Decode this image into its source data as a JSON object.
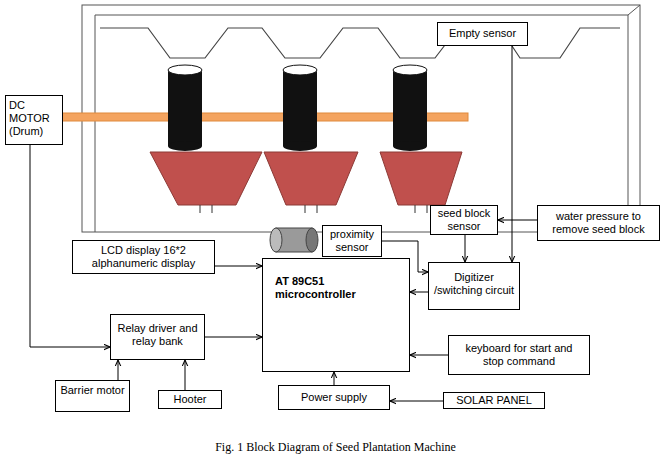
{
  "diagram": {
    "caption": "Fig. 1 Block Diagram of Seed Plantation Machine",
    "nodes": [
      {
        "text": [
          "DC MOTOR (Drum)"
        ]
      },
      {
        "text": [
          "Empty sensor"
        ]
      },
      {
        "text": [
          "seed block sensor"
        ]
      },
      {
        "text": [
          "water pressure to remove seed block"
        ]
      },
      {
        "text": [
          "proximity sensor"
        ]
      },
      {
        "text": [
          "Digitizer /switching circuit"
        ]
      },
      {
        "text": [
          "LCD display 16*2 alphanumeric display"
        ]
      },
      {
        "text": [
          "AT 89C51 microcontroller"
        ]
      },
      {
        "text": [
          "Relay driver and relay bank"
        ]
      },
      {
        "text": [
          "keyboard for start and stop command"
        ]
      },
      {
        "text": [
          "Barrier motor"
        ]
      },
      {
        "text": [
          "Hooter"
        ]
      },
      {
        "text": [
          "Power supply"
        ]
      },
      {
        "text": [
          "SOLAR PANEL"
        ]
      }
    ],
    "edges": [
      {
        "from": 1,
        "to": 5,
        "arrow": "to"
      },
      {
        "from": 3,
        "to": 2,
        "arrow": "to"
      },
      {
        "from": 2,
        "to": 5,
        "arrow": "to"
      },
      {
        "from": 4,
        "to": 5,
        "arrow": "to"
      },
      {
        "from": 5,
        "to": 7,
        "arrow": "to"
      },
      {
        "from": 6,
        "to": 7,
        "arrow": "to"
      },
      {
        "from": 8,
        "to": 7,
        "arrow": "to"
      },
      {
        "from": 0,
        "to": 8,
        "arrow": "to"
      },
      {
        "from": 10,
        "to": 8,
        "arrow": "to"
      },
      {
        "from": 11,
        "to": 8,
        "arrow": "to"
      },
      {
        "from": 9,
        "to": 7,
        "arrow": "to"
      },
      {
        "from": 12,
        "to": 7,
        "arrow": "to"
      },
      {
        "from": 13,
        "to": 12,
        "arrow": "to"
      }
    ]
  }
}
